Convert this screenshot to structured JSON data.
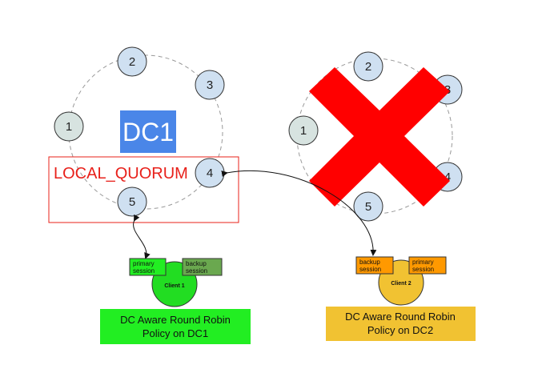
{
  "dc1": {
    "label": "DC1",
    "nodes": [
      "1",
      "2",
      "3",
      "4",
      "5"
    ],
    "quorum_label": "LOCAL_QUORUM"
  },
  "dc2": {
    "nodes": [
      "1",
      "2",
      "3",
      "4",
      "5"
    ]
  },
  "client1": {
    "name": "Client 1",
    "primary_session": [
      "primary",
      "session"
    ],
    "backup_session": [
      "backup",
      "session"
    ],
    "policy": [
      "DC Aware Round Robin",
      "Policy on DC1"
    ]
  },
  "client2": {
    "name": "Client 2",
    "backup_session": [
      "backup",
      "session"
    ],
    "primary_session": [
      "primary",
      "session"
    ],
    "policy": [
      "DC Aware Round Robin",
      "Policy on DC2"
    ]
  },
  "colors": {
    "node_fill": "#cfe0f1",
    "node_fill_grey": "#d7e3e0",
    "dc_label_bg": "#4a86e8",
    "quorum": "#e8201a",
    "cross": "#ff0000",
    "client1": "#22dd22",
    "client1_policy_bg": "#22ee22",
    "client2": "#f1c232",
    "client2_session": "#ff9900",
    "client2_policy_bg": "#f1c232",
    "backup1": "#6aa84f"
  }
}
